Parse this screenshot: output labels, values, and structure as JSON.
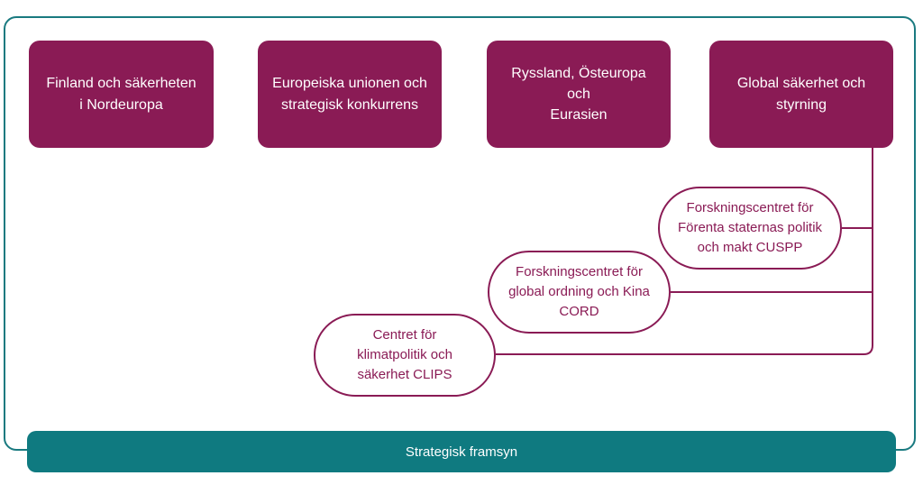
{
  "programs": [
    {
      "line1": "Finland och säkerheten",
      "line2": "i Nordeuropa"
    },
    {
      "line1": "Europeiska unionen och",
      "line2": "strategisk konkurrens"
    },
    {
      "line1": "Ryssland, Östeuropa och",
      "line2": "Eurasien"
    },
    {
      "line1": "Global säkerhet och",
      "line2": "styrning"
    }
  ],
  "centers": [
    {
      "line1": "Forskningscentret för",
      "line2": "Förenta staternas politik",
      "line3": "och makt CUSPP"
    },
    {
      "line1": "Forskningscentret för",
      "line2": "global ordning och Kina",
      "line3": "CORD"
    },
    {
      "line1": "Centret för",
      "line2": "klimatpolitik och",
      "line3": "säkerhet CLIPS"
    }
  ],
  "footer": {
    "label": "Strategisk framsyn"
  },
  "colors": {
    "primary": "#8a1b55",
    "teal": "#0f7a80",
    "frame": "#1a7a80",
    "text_light": "#ffffff"
  }
}
